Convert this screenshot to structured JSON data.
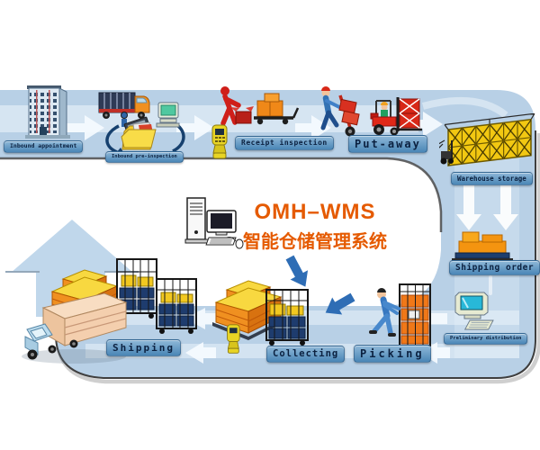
{
  "title": {
    "product": "OMH–WMS",
    "subtitle": "智能仓储管理系统"
  },
  "stages": [
    {
      "id": "inbound-appointment",
      "label": "Inbound appointment",
      "icon": "office-building-icon"
    },
    {
      "id": "inbound-pre-inspection",
      "label": "Inbound pre-inspection",
      "icon": "truck-folder-computer-icon"
    },
    {
      "id": "receipt-inspection",
      "label": "Receipt inspection",
      "icon": "worker-unpacking-boxes-icon"
    },
    {
      "id": "put-away",
      "label": "Put-away",
      "icon": "hand-truck-forklift-icon"
    },
    {
      "id": "warehouse-storage",
      "label": "Warehouse storage",
      "icon": "storage-rack-icon"
    },
    {
      "id": "shipping-order",
      "label": "Shipping order",
      "icon": "pallet-boxes-icon"
    },
    {
      "id": "preliminary-distribution",
      "label": "Preliminary distribution",
      "icon": "desktop-computer-icon"
    },
    {
      "id": "picking",
      "label": "Picking",
      "icon": "worker-cage-cart-icon"
    },
    {
      "id": "collecting",
      "label": "Collecting",
      "icon": "box-stack-cage-scanner-icon"
    },
    {
      "id": "shipping",
      "label": "Shipping",
      "icon": "truck-loading-icon"
    }
  ],
  "center_icon": "computer-workstation-icon",
  "flow": {
    "top_band_direction": "right",
    "right_band_direction": "down",
    "bottom_band_direction": "left",
    "exit_arrow_direction": "up"
  },
  "colors": {
    "band_blue": "#b8d0e6",
    "band_stripe": "#e8f2fa",
    "label_bg": "#4a86b6",
    "label_text": "#0b2140",
    "title_orange": "#e55a00",
    "outline_dark": "#3f3f3f",
    "loading_arrow_blue": "#2e6db5"
  }
}
